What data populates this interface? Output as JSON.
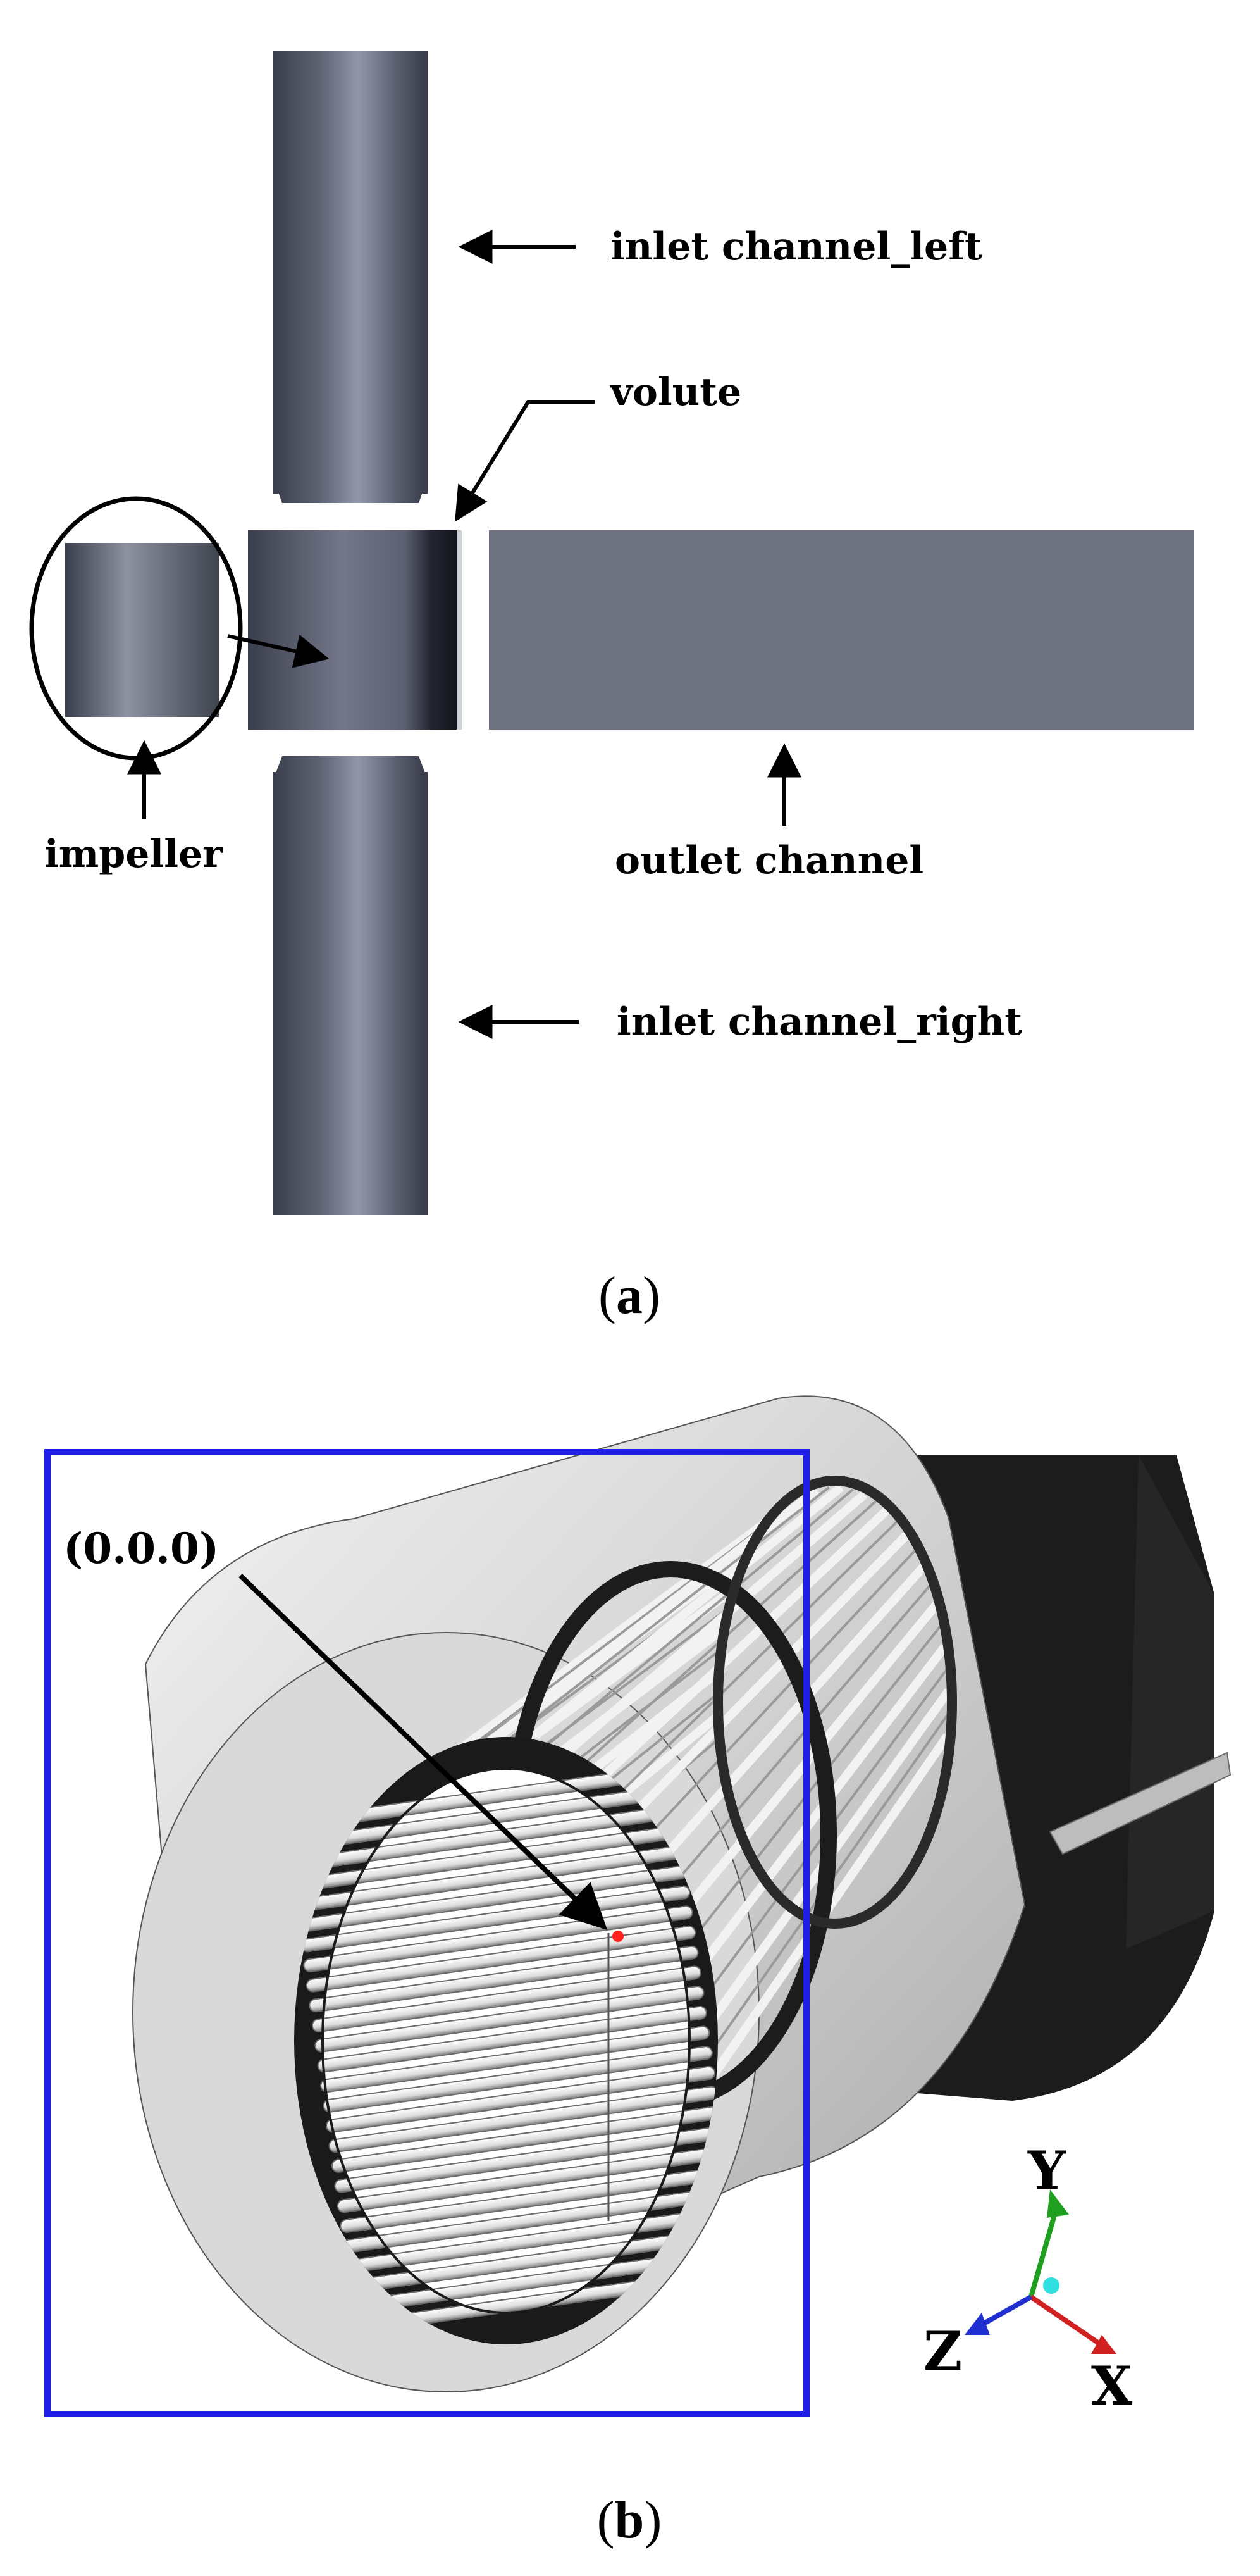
{
  "panel_a": {
    "caption_open": "(",
    "caption_letter": "a",
    "caption_close": ")",
    "labels": {
      "inlet_left": "inlet channel_left",
      "volute": "volute",
      "impeller": "impeller",
      "outlet": "outlet channel",
      "inlet_right": "inlet channel_right"
    },
    "colors": {
      "pipe_dark": "#3f4352",
      "pipe_light": "#8f93a3",
      "outlet_fill": "#6e7180"
    }
  },
  "panel_b": {
    "caption_open": "(",
    "caption_letter": "b",
    "caption_close": ")",
    "origin_label": "(0.0.0)",
    "axes": {
      "x": "X",
      "y": "Y",
      "z": "Z"
    },
    "colors": {
      "frame": "#1e1ee6",
      "origin_dot": "#ff2020",
      "x_axis": "#d02020",
      "y_axis": "#20a020",
      "z_axis": "#2030d0",
      "marker": "#30e0e0"
    }
  }
}
